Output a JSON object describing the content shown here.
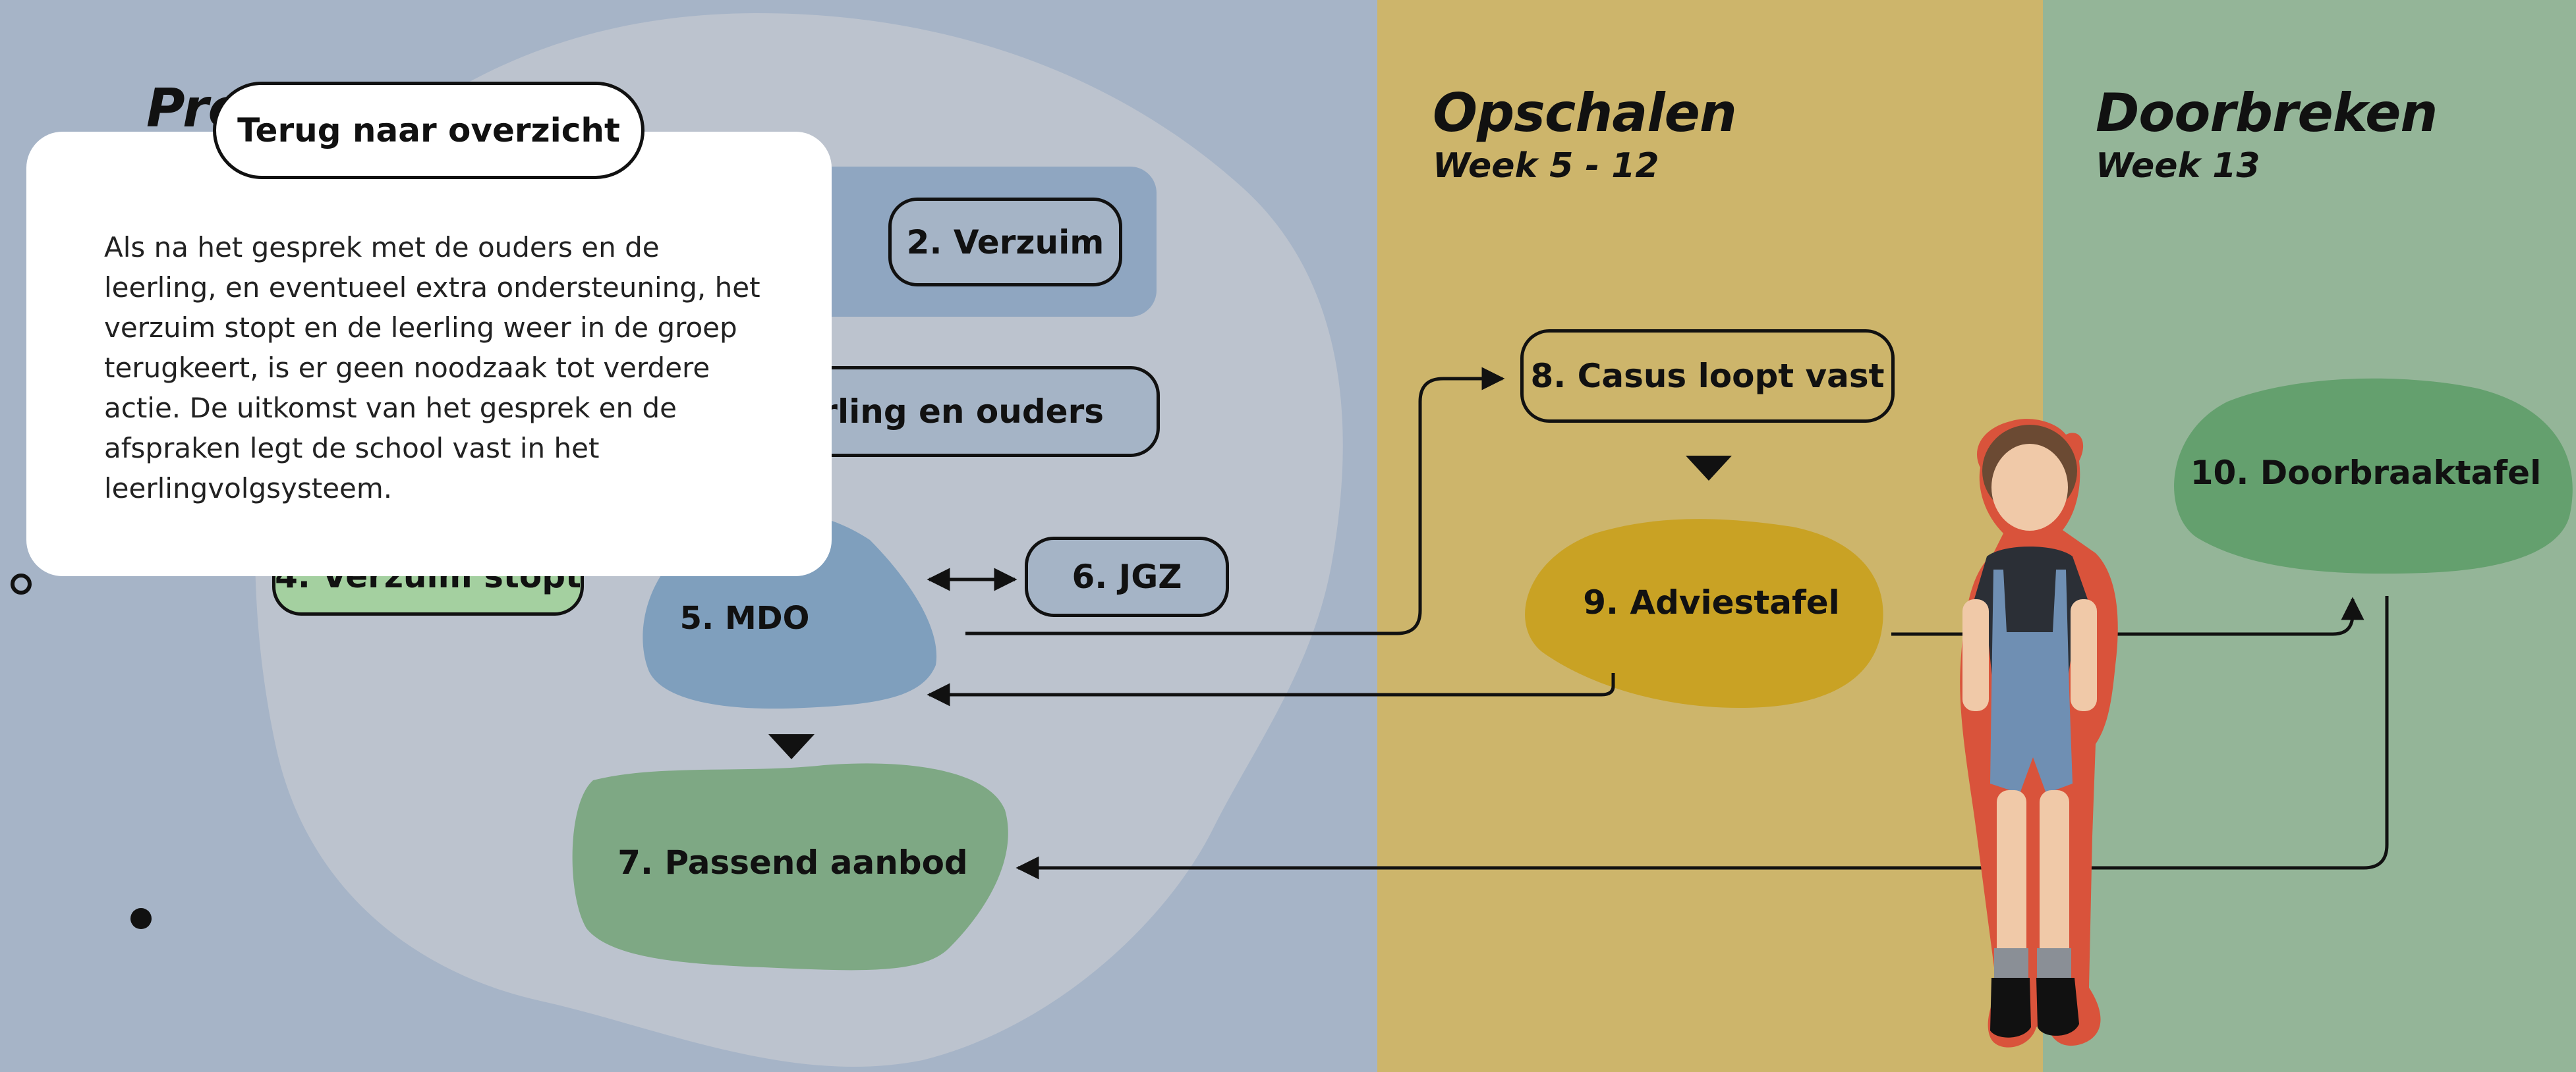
{
  "columns": [
    {
      "title": "Pre",
      "subtitle": ""
    },
    {
      "title": "Opschalen",
      "subtitle": "Week 5 - 12"
    },
    {
      "title": "Doorbreken",
      "subtitle": "Week 13"
    }
  ],
  "nodes": {
    "n2": "2. Verzuim",
    "n3": "erling en ouders",
    "n4": "4. Verzuim stopt",
    "n5": "5. MDO",
    "n6": "6. JGZ",
    "n7": "7. Passend aanbod",
    "n8": "8. Casus loopt vast",
    "n9": "9. Adviestafel",
    "n10": "10. Doorbraaktafel"
  },
  "popup": {
    "back_label": "Terug naar overzicht",
    "text": "Als na het gesprek met de ouders en de leerling, en eventueel extra ondersteuning, het verzuim stopt en de leerling weer in de groep terugkeert, is er geen noodzaak tot verdere actie. De uitkomst van het gesprek en de afspraken legt de school vast in het leerlingvolgsysteem."
  },
  "colors": {
    "pre_bg": "#a6b4c7",
    "opschalen_bg": "#cdb56b",
    "doorbreken_bg": "#94b598",
    "blob_light": "#bcc3ce",
    "mdo_blue": "#7f9fbd",
    "green_blob": "#7ea884",
    "advies_gold": "#c9a224",
    "door_green": "#64a06e"
  }
}
